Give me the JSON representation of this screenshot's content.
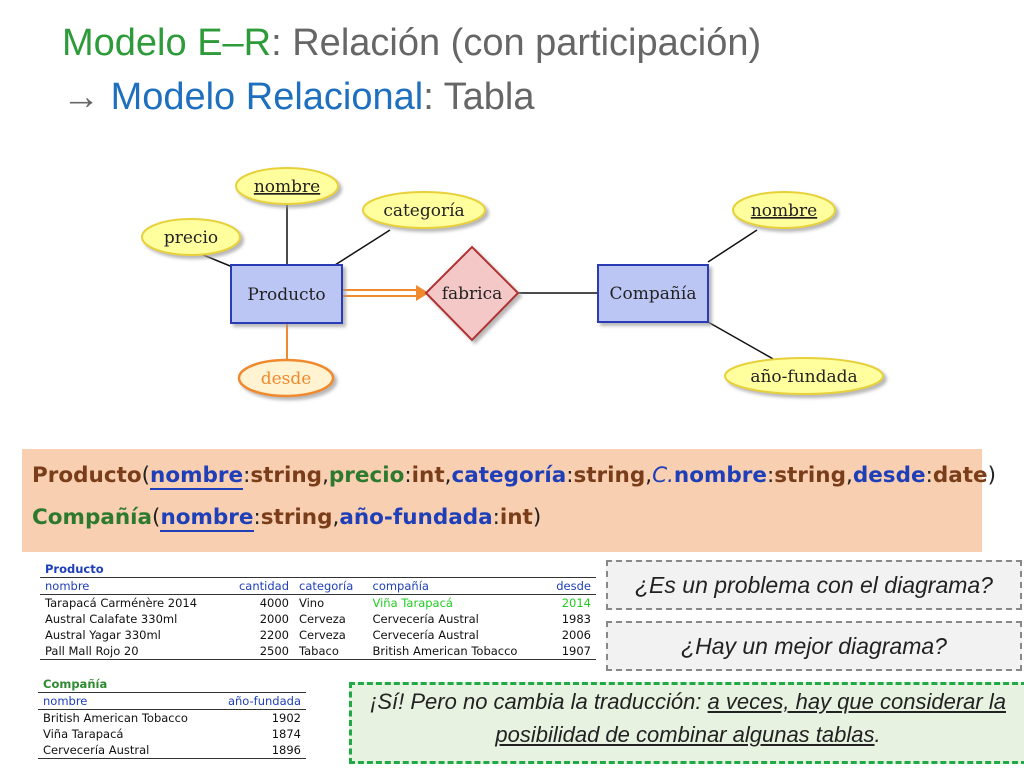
{
  "title": {
    "line1_green": "Modelo E–R",
    "line1_rest": ": Relación (con participación)",
    "line2_arrow": "→ ",
    "line2_blue": "Modelo Relacional",
    "line2_rest": ": Tabla"
  },
  "diagram": {
    "entities": [
      "Producto",
      "Compañía"
    ],
    "relationship": "fabrica",
    "attributes_producto": [
      "nombre",
      "precio",
      "categoría"
    ],
    "attribute_relation": "desde",
    "attributes_compania": [
      "nombre",
      "año-fundada"
    ],
    "colors": {
      "entity_fill": "#bcc6f5",
      "attribute_fill": "#ffff9e",
      "relation_fill": "#f5c8c8",
      "relation_attr_border": "#f08a2e"
    }
  },
  "schema": {
    "row1": {
      "name": "Producto",
      "a1": "nombre",
      "t1": "string",
      "a2": "precio",
      "t2": "int",
      "a3": "categoría",
      "t3": "string",
      "fk_prefix": "C.",
      "a4": "nombre",
      "t4": "string",
      "a5": "desde",
      "t5": "date"
    },
    "row2": {
      "name": "Compañía",
      "a1": "nombre",
      "t1": "string",
      "a2": "año-fundada",
      "t2": "int"
    }
  },
  "table_producto": {
    "caption": "Producto",
    "headers": [
      "nombre",
      "cantidad",
      "categoría",
      "compañía",
      "desde"
    ],
    "rows": [
      [
        "Tarapacá Carménère 2014",
        "4000",
        "Vino",
        "Viña Tarapacá",
        "2014"
      ],
      [
        "Austral Calafate 330ml",
        "2000",
        "Cerveza",
        "Cervecería Austral",
        "1983"
      ],
      [
        "Austral Yagar 330ml",
        "2200",
        "Cerveza",
        "Cervecería Austral",
        "2006"
      ],
      [
        "Pall Mall Rojo 20",
        "2500",
        "Tabaco",
        "British American Tobacco",
        "1907"
      ]
    ]
  },
  "table_compania": {
    "caption": "Compañía",
    "headers": [
      "nombre",
      "año-fundada"
    ],
    "rows": [
      [
        "British American Tobacco",
        "1902"
      ],
      [
        "Viña Tarapacá",
        "1874"
      ],
      [
        "Cervecería Austral",
        "1896"
      ]
    ]
  },
  "questions": {
    "q1": "¿Es un problema con el diagrama?",
    "q2": "¿Hay un mejor diagrama?"
  },
  "answer": {
    "part1": "¡Sí! Pero no cambia la traducción: ",
    "underlined": "a veces, hay que considerar la posibilidad de combinar algunas tablas",
    "end": "."
  }
}
